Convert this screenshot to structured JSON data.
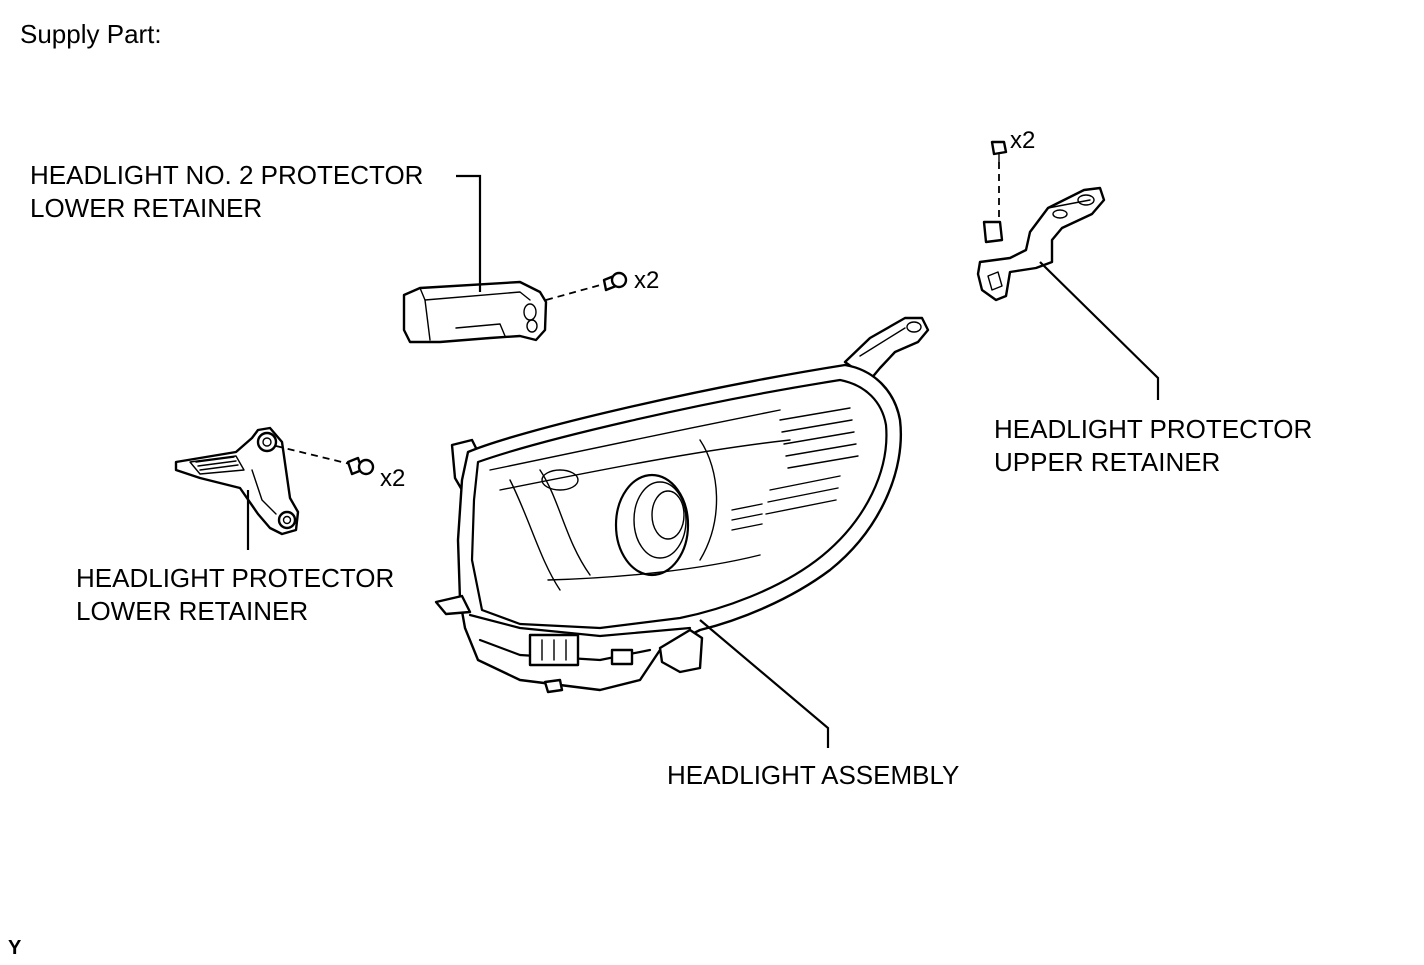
{
  "header": {
    "title": "Supply Part:"
  },
  "labels": {
    "no2_protector_lower_retainer": [
      "HEADLIGHT NO. 2 PROTECTOR",
      "LOWER RETAINER"
    ],
    "protector_upper_retainer": [
      "HEADLIGHT PROTECTOR",
      "UPPER RETAINER"
    ],
    "protector_lower_retainer": [
      "HEADLIGHT PROTECTOR",
      "LOWER RETAINER"
    ],
    "headlight_assembly": "HEADLIGHT ASSEMBLY"
  },
  "quantities": {
    "upper_retainer_bolts": "x2",
    "no2_retainer_bolts": "x2",
    "lower_retainer_bolts": "x2"
  },
  "footer": {
    "code": "Y"
  }
}
